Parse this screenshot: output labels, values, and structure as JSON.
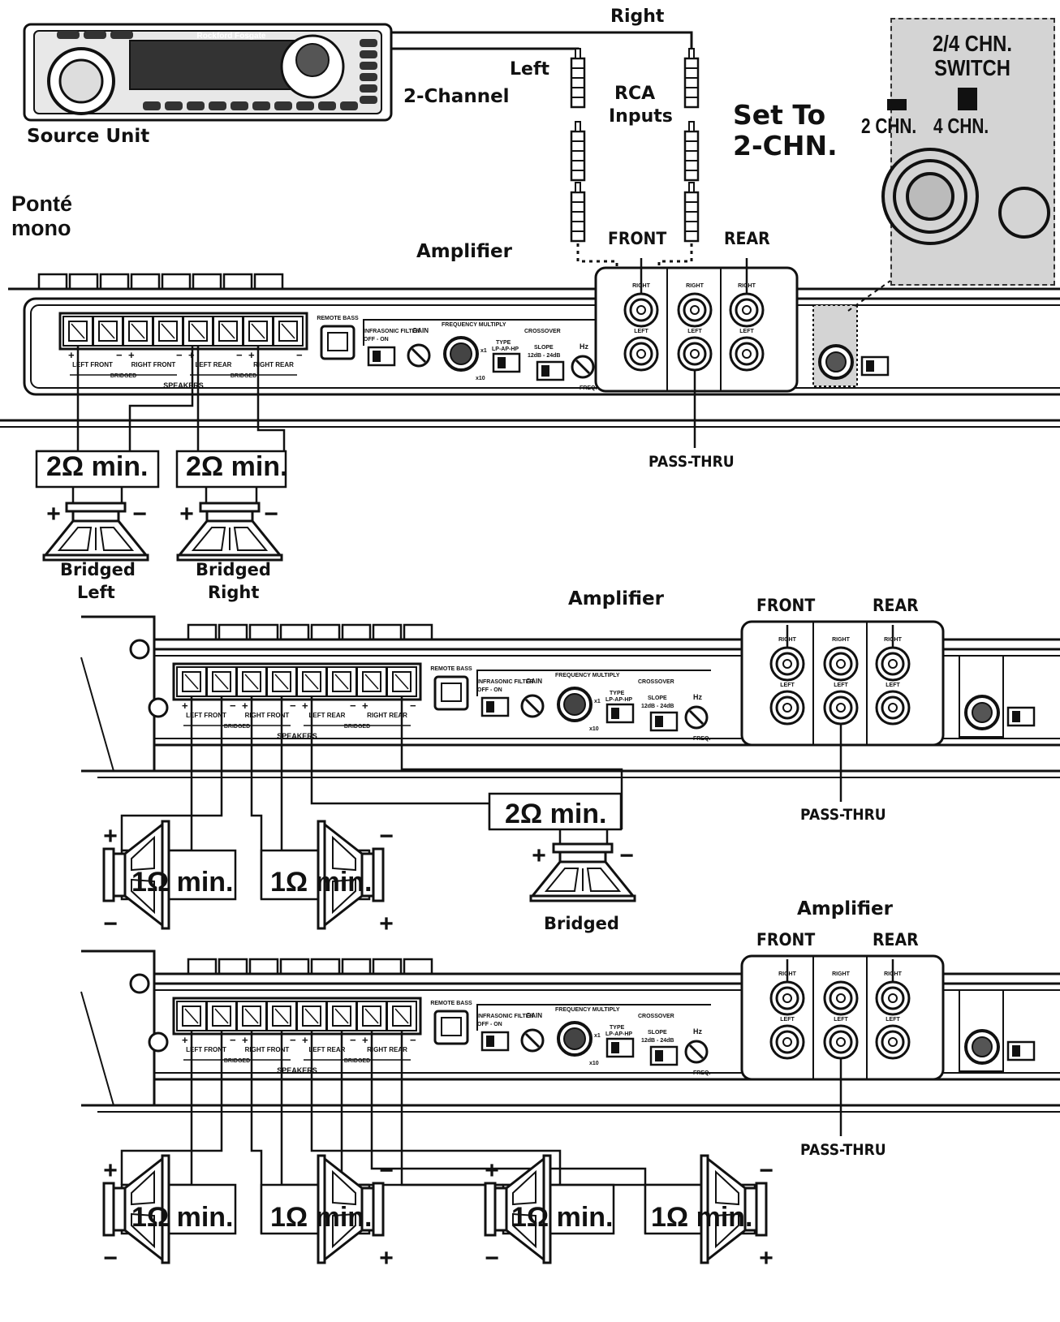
{
  "source": {
    "label": "Source Unit",
    "brand": "Rockford Fosgate",
    "channel_label": "2-Channel"
  },
  "rca": {
    "right_label": "Right",
    "left_label": "Left",
    "inputs_line1": "RCA",
    "inputs_line2": "Inputs"
  },
  "note": {
    "set_to_line1": "Set To",
    "set_to_line2": "2-CHN.",
    "ponte_line1": "Ponté",
    "ponte_line2": "mono"
  },
  "switch_panel": {
    "title_line1": "2/4 CHN.",
    "title_line2": "SWITCH",
    "opt_2": "2 CHN.",
    "opt_4": "4 CHN."
  },
  "amp": {
    "title": "Amplifier",
    "front": "FRONT",
    "rear": "REAR",
    "pass_thru": "PASS-THRU",
    "right": "RIGHT",
    "left": "LEFT",
    "speakers": "SPEAKERS",
    "bridged": "BRIDGED",
    "left_front": "LEFT FRONT",
    "right_front": "RIGHT FRONT",
    "left_rear": "LEFT REAR",
    "right_rear": "RIGHT REAR",
    "remote_bass": "REMOTE BASS",
    "infrasonic": "INFRASONIC FILTER",
    "off_on": "OFF - ON",
    "gain": "GAIN",
    "freq_multiply": "FREQUENCY MULTIPLY",
    "x1": "x1",
    "x10": "x10",
    "crossover": "CROSSOVER",
    "type": "TYPE",
    "type_opts": "LP-AP-HP",
    "slope": "SLOPE",
    "slope_opts": "12dB - 24dB",
    "hz": "Hz",
    "freq": "FREQ."
  },
  "diagram1": {
    "ohm_left": "2Ω min.",
    "ohm_right": "2Ω min.",
    "spk_left_line1": "Bridged",
    "spk_left_line2": "Left",
    "spk_right_line1": "Bridged",
    "spk_right_line2": "Right"
  },
  "diagram2": {
    "ohm_a": "1Ω min.",
    "ohm_b": "1Ω min.",
    "ohm_bridged": "2Ω min.",
    "bridged_label": "Bridged"
  },
  "diagram3": {
    "ohm_a": "1Ω min.",
    "ohm_b": "1Ω min.",
    "ohm_c": "1Ω min.",
    "ohm_d": "1Ω min."
  },
  "polarity": {
    "plus": "+",
    "minus": "−"
  },
  "colors": {
    "ink": "#111111",
    "panel_gray": "#d4d4d4",
    "wire": "#222222"
  }
}
